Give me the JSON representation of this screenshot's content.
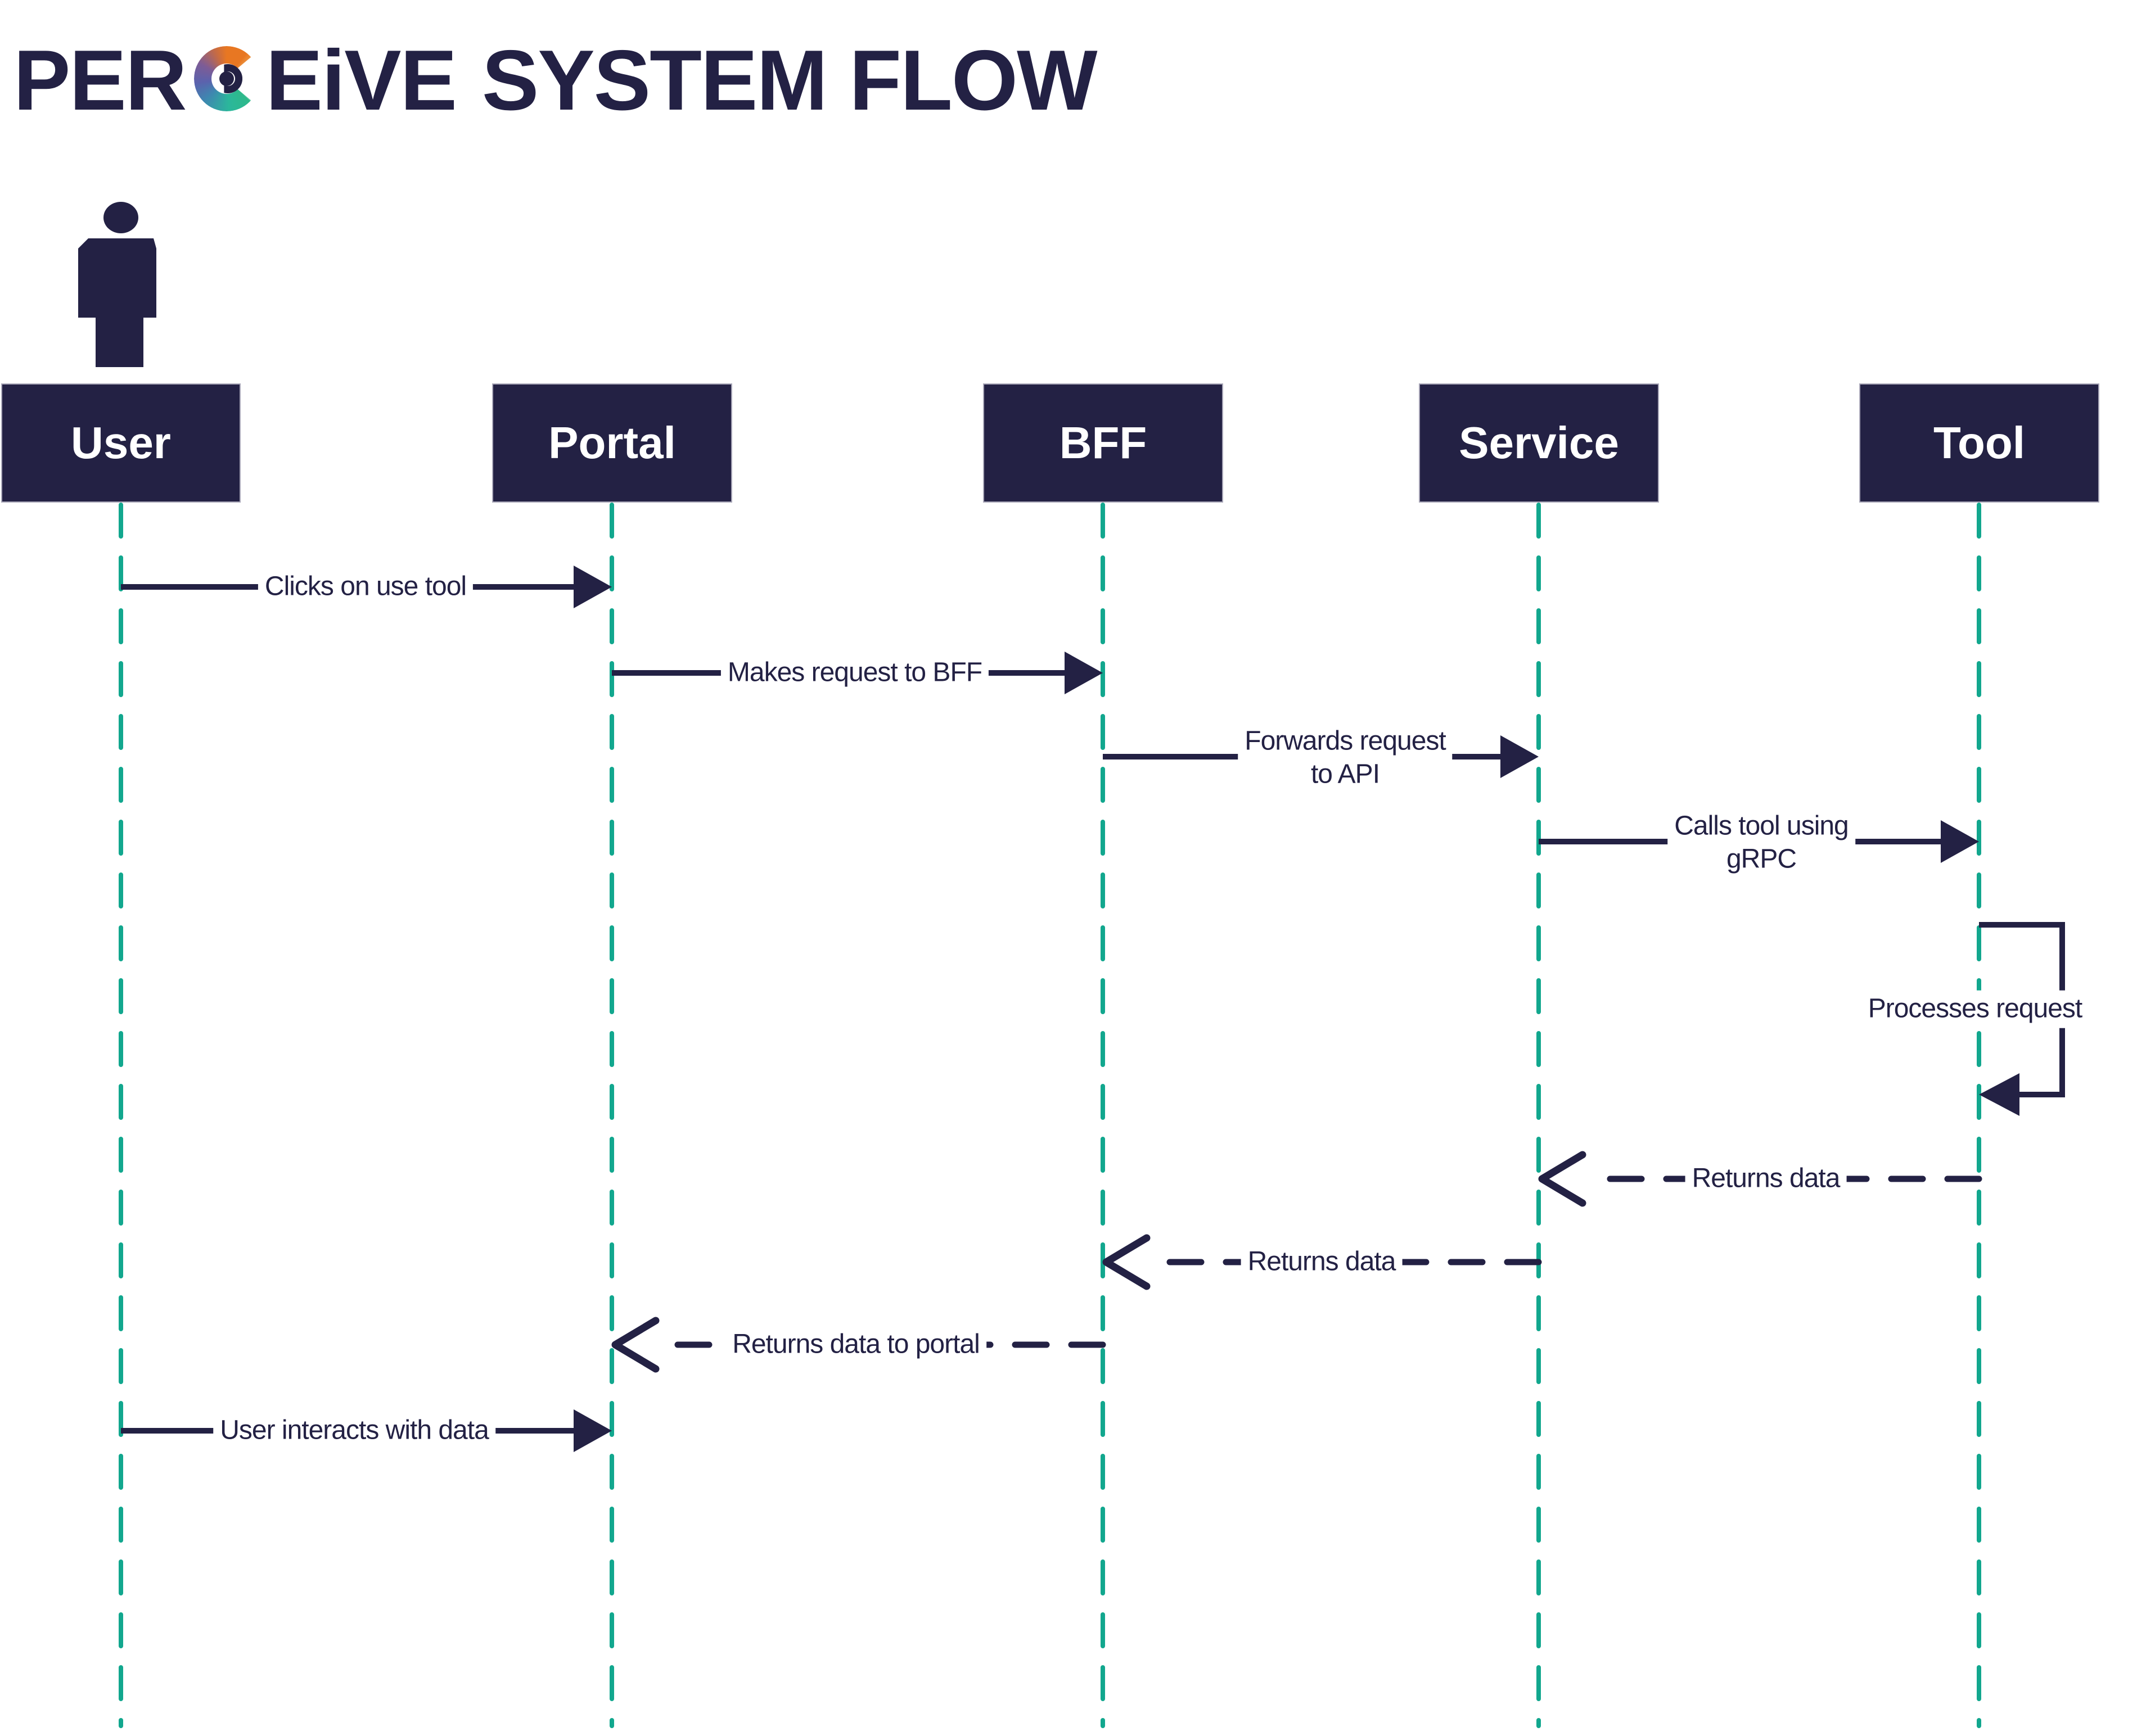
{
  "title": {
    "full": "PERCEiVE SYSTEM FLOW",
    "word1_pre": "PER",
    "word1_logo_letter": "C",
    "word1_post": "EiVE",
    "word2": "SYSTEM FLOW"
  },
  "colors": {
    "navy": "#232144",
    "lifeline_teal": "#12a78e",
    "logo_orange": "#e87722",
    "logo_purple": "#5b62ad",
    "logo_teal": "#2bb79b",
    "box_text": "#ffffff",
    "background": "#ffffff"
  },
  "actors": [
    {
      "id": "user",
      "label": "User",
      "type": "person"
    },
    {
      "id": "portal",
      "label": "Portal",
      "type": "system"
    },
    {
      "id": "bff",
      "label": "BFF",
      "type": "system"
    },
    {
      "id": "service",
      "label": "Service",
      "type": "system"
    },
    {
      "id": "tool",
      "label": "Tool",
      "type": "system"
    }
  ],
  "messages": [
    {
      "from": "User",
      "to": "Portal",
      "label": "Clicks on use tool",
      "line": "solid",
      "arrow": "filled"
    },
    {
      "from": "Portal",
      "to": "BFF",
      "label": "Makes request to BFF",
      "line": "solid",
      "arrow": "filled"
    },
    {
      "from": "BFF",
      "to": "Service",
      "label": "Forwards request to API",
      "lines": [
        "Forwards request",
        "to API"
      ],
      "line": "solid",
      "arrow": "filled"
    },
    {
      "from": "Service",
      "to": "Tool",
      "label": "Calls tool using gRPC",
      "lines": [
        "Calls tool using",
        "gRPC"
      ],
      "line": "solid",
      "arrow": "filled"
    },
    {
      "from": "Tool",
      "to": "Tool",
      "label": "Processes request",
      "line": "solid",
      "arrow": "filled",
      "self": true
    },
    {
      "from": "Tool",
      "to": "Service",
      "label": "Returns data",
      "line": "dashed",
      "arrow": "open"
    },
    {
      "from": "Service",
      "to": "BFF",
      "label": "Returns data",
      "line": "dashed",
      "arrow": "open"
    },
    {
      "from": "BFF",
      "to": "Portal",
      "label": "Returns data to portal",
      "line": "dashed",
      "arrow": "open"
    },
    {
      "from": "User",
      "to": "Portal",
      "label": "User interacts with data",
      "line": "solid",
      "arrow": "filled"
    }
  ]
}
